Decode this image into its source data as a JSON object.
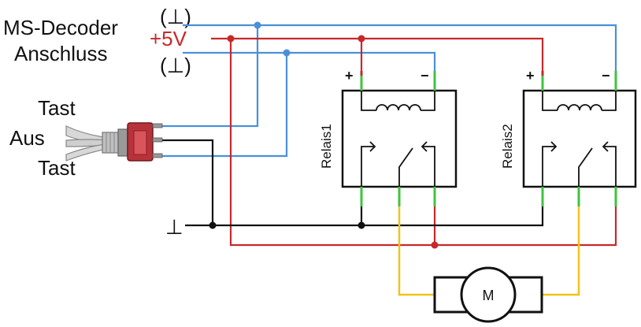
{
  "labels": {
    "decoder_title": "MS-Decoder",
    "decoder_subtitle": "Anschluss",
    "ground_top": "(⊥)",
    "plus5v": "+5V",
    "ground_bottom": "(⊥)",
    "switch_tast_top": "Tast",
    "switch_aus": "Aus",
    "switch_tast_bottom": "Tast",
    "ground_rail": "⊥",
    "relay1": "Relais1",
    "relay2": "Relais2",
    "plus": "+",
    "minus": "−",
    "motor": "M"
  },
  "colors": {
    "blue": "#4a90d9",
    "red": "#c8282c",
    "black": "#111111",
    "yellow": "#f2c21b",
    "green": "#3ec43e",
    "switch_body": "#b8323a"
  }
}
